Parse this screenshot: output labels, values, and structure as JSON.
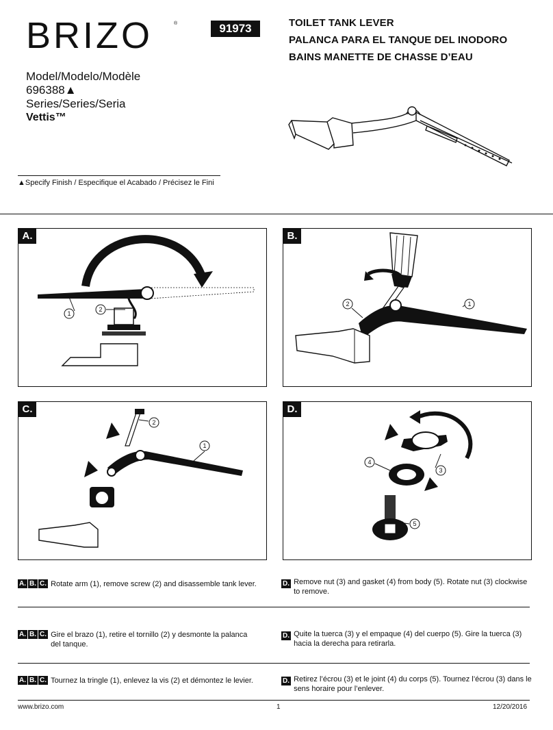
{
  "brand": "BRIZO",
  "doc_number": "91973",
  "title": {
    "en": "TOILET TANK LEVER",
    "es": "PALANCA PARA EL TANQUE DEL INODORO",
    "fr": "BAINS MANETTE DE CHASSE D’EAU"
  },
  "model": {
    "label": "Model/Modelo/Modèle",
    "number": "696388▲",
    "series_label": "Series/Series/Seria",
    "series_name": "Vettis™"
  },
  "finish_note": "▲Specify Finish / Especifique el Acabado / Précisez le Fini",
  "panels": [
    {
      "label": "A.",
      "callouts": [
        "1",
        "2"
      ]
    },
    {
      "label": "B.",
      "callouts": [
        "2",
        "1"
      ]
    },
    {
      "label": "C.",
      "callouts": [
        "2",
        "1"
      ]
    },
    {
      "label": "D.",
      "callouts": [
        "4",
        "3",
        "5"
      ]
    }
  ],
  "instructions": {
    "abc_badges": [
      "A.",
      "B.",
      "C."
    ],
    "d_badge": "D.",
    "en": {
      "abc": "Rotate arm (1), remove screw (2) and disassemble tank lever.",
      "d_line1": "Remove nut (3) and gasket (4) from body (5). Rotate nut (3) clockwise",
      "d_line2": "to remove."
    },
    "es": {
      "abc_line1": "Gire el brazo (1), retire el tornillo (2) y desmonte la palanca",
      "abc_line2": "del tanque.",
      "d_line1": "Quite la tuerca (3) y el empaque (4) del cuerpo (5). Gire la tuerca (3)",
      "d_line2": "hacia la derecha para retirarla."
    },
    "fr": {
      "abc": "Tournez la tringle (1), enlevez la vis (2) et démontez le levier.",
      "d_line1": "Retirez l’écrou (3) et le joint (4) du corps (5). Tournez l’écrou (3) dans le",
      "d_line2": "sens horaire pour l’enlever."
    }
  },
  "footer": {
    "website": "www.brizo.com",
    "page": "1",
    "date": "12/20/2016"
  },
  "icons": [
    "brizo-logo",
    "tank-lever-illustration",
    "rotate-arrow-icon",
    "up-arrow-icon",
    "screwdriver-icon"
  ]
}
